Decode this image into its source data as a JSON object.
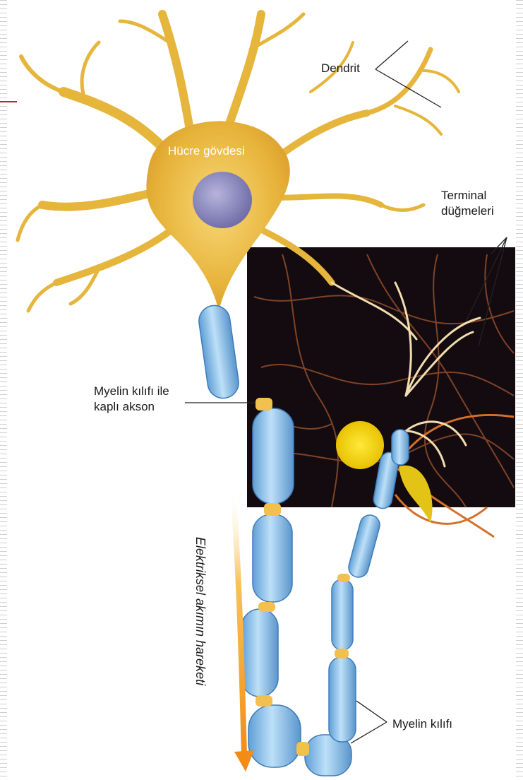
{
  "labels": {
    "dendrit": "Dendrit",
    "hucre_govdesi": "Hücre gövdesi",
    "terminal_line1": "Terminal",
    "terminal_line2": "düğmeleri",
    "akson_line1": "Myelin kılıfı ile",
    "akson_line2": "kaplı akson",
    "myelin_kilifi": "Myelin kılıfı",
    "akim": "Elektriksel akımın hareketi"
  },
  "colors": {
    "neuron": "#e9b93c",
    "myelin": "#8fc6ee",
    "photo_bg": "#120a0e",
    "arrow": "#f39a1f"
  }
}
